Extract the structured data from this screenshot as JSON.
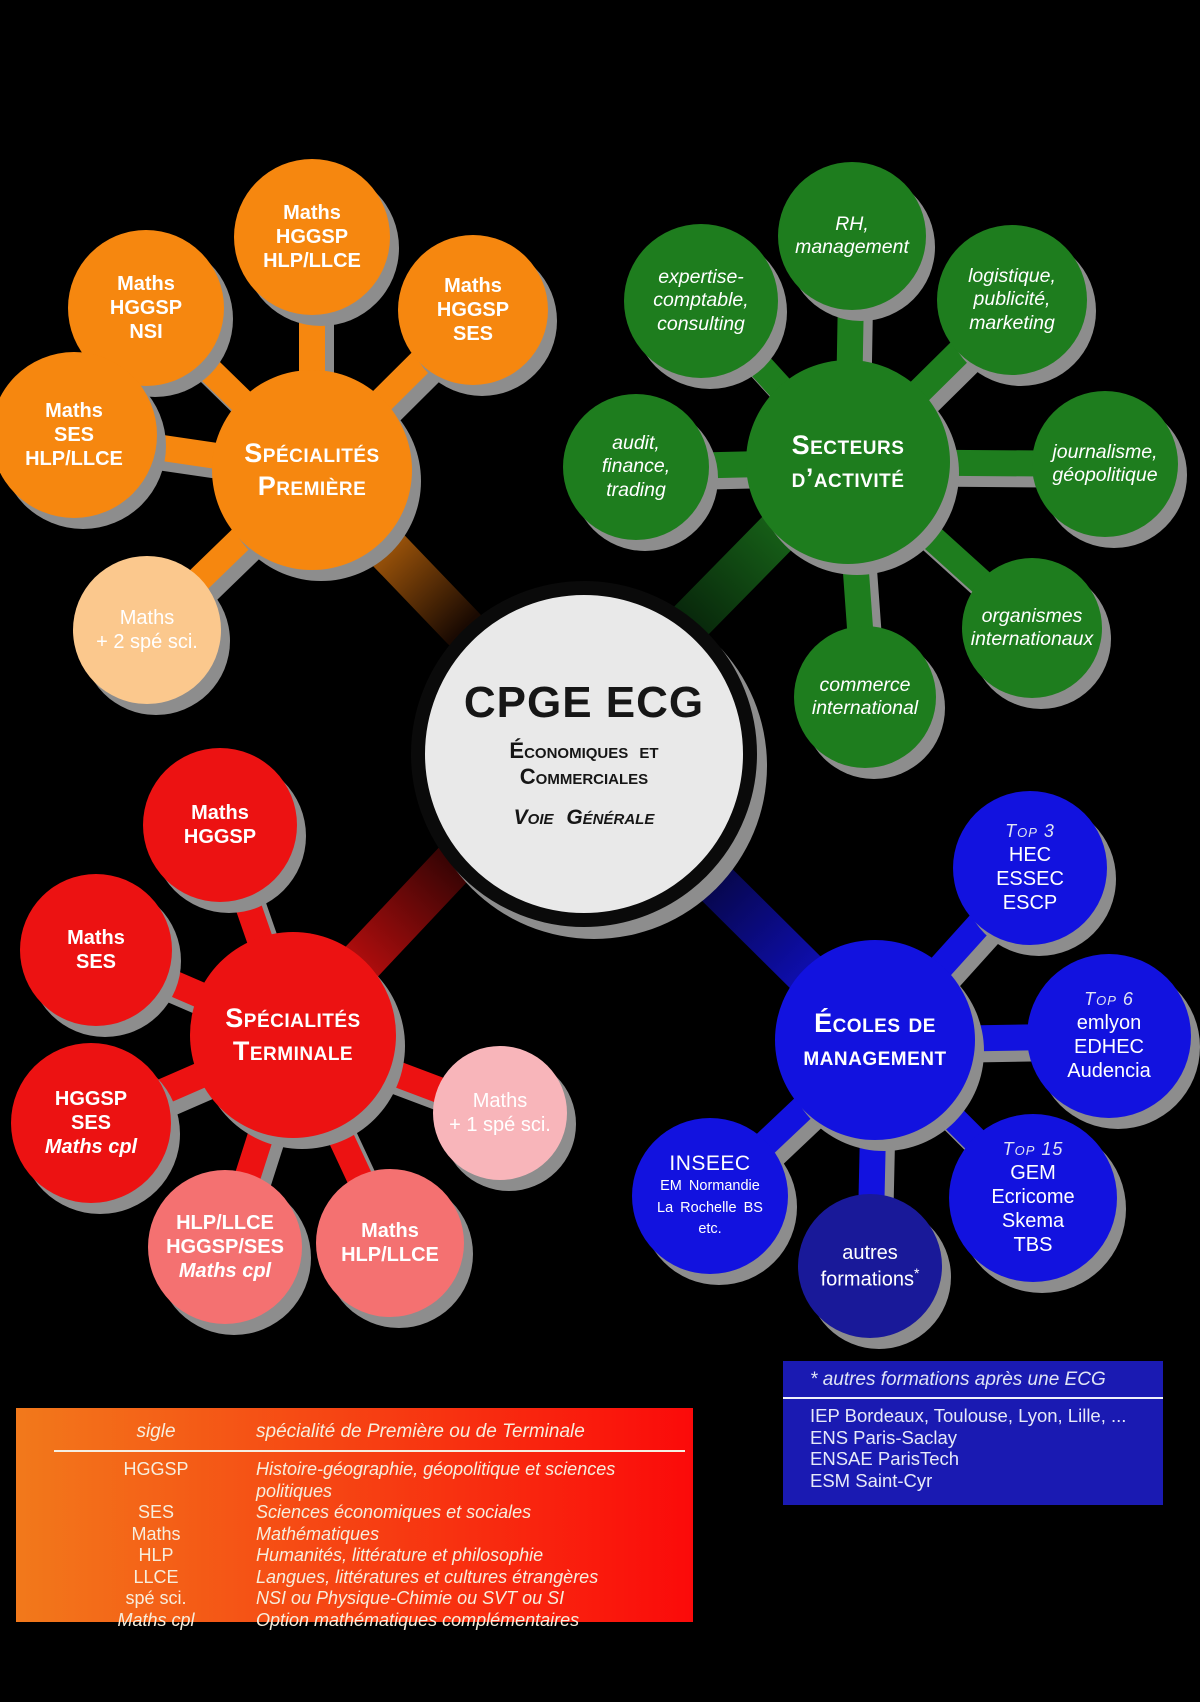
{
  "colors": {
    "orange": "#f6870f",
    "orange_light": "#fbc88d",
    "green": "#1e7d1e",
    "red": "#ec1212",
    "salmon": "#f47171",
    "pink": "#f8b5ba",
    "blue": "#1212df",
    "navy": "#191999",
    "legend_blue_box": "#1a1ab2",
    "shadow_gray": "#8d8d8d",
    "center_fill": "#e9e9e9",
    "background": "#000000"
  },
  "center": {
    "title": "CPGE ECG",
    "sub1": "Économiques et",
    "sub2": "Commerciales",
    "sub3": "Voie Générale"
  },
  "premiere": {
    "hub": [
      "Spécialités",
      "Première"
    ],
    "nsi": [
      "Maths",
      "HGGSP",
      "NSI"
    ],
    "hlp": [
      "Maths",
      "HGGSP",
      "HLP/LLCE"
    ],
    "ses": [
      "Maths",
      "HGGSP",
      "SES"
    ],
    "seshlp": [
      "Maths",
      "SES",
      "HLP/LLCE"
    ],
    "spe2": [
      "Maths",
      "+ 2 spé sci."
    ]
  },
  "secteurs": {
    "hub": [
      "Secteurs",
      "d’activité"
    ],
    "expertise": [
      "expertise-",
      "comptable,",
      "consulting"
    ],
    "rh": [
      "RH,",
      "management"
    ],
    "logistique": [
      "logistique,",
      "publicité,",
      "marketing"
    ],
    "audit": [
      "audit,",
      "finance,",
      "trading"
    ],
    "journalisme": [
      "journalisme,",
      "géopolitique"
    ],
    "organismes": [
      "organismes",
      "internationaux"
    ],
    "commerce": [
      "commerce",
      "international"
    ]
  },
  "terminale": {
    "hub": [
      "Spécialités",
      "Terminale"
    ],
    "mh": [
      "Maths",
      "HGGSP"
    ],
    "ms": [
      "Maths",
      "SES"
    ],
    "hsm": [
      "HGGSP",
      "SES",
      "Maths cpl"
    ],
    "hhm": [
      "HLP/LLCE",
      "HGGSP/SES",
      "Maths cpl"
    ],
    "mhl": [
      "Maths",
      "HLP/LLCE"
    ],
    "spe1": [
      "Maths",
      "+ 1 spé sci."
    ]
  },
  "ecoles": {
    "hub": [
      "Écoles de",
      "management"
    ],
    "top3": [
      "Top 3",
      "HEC",
      "ESSEC",
      "ESCP"
    ],
    "top6": [
      "Top 6",
      "emlyon",
      "EDHEC",
      "Audencia"
    ],
    "top15": [
      "Top 15",
      "GEM",
      "Ecricome",
      "Skema",
      "TBS"
    ],
    "inseec": [
      "INSEEC",
      "EM Normandie",
      "La Rochelle BS",
      "etc."
    ],
    "autres": [
      "autres",
      "formations",
      "*"
    ]
  },
  "legend_sigles": {
    "col1": "sigle",
    "col2": "spécialité de Première ou de Terminale",
    "rows": [
      [
        "HGGSP",
        "Histoire-géographie, géopolitique et sciences politiques"
      ],
      [
        "SES",
        "Sciences économiques et sociales"
      ],
      [
        "Maths",
        "Mathématiques"
      ],
      [
        "HLP",
        "Humanités, littérature et philosophie"
      ],
      [
        "LLCE",
        "Langues, littératures et cultures étrangères"
      ],
      [
        "spé sci.",
        "NSI ou Physique-Chimie ou SVT ou SI"
      ],
      [
        "Maths cpl",
        "Option mathématiques complémentaires"
      ]
    ]
  },
  "legend_autres": {
    "star": "*",
    "title": "autres formations après une ",
    "title_acronym": "ECG",
    "lines": [
      "IEP Bordeaux, Toulouse, Lyon, Lille, ...",
      "ENS Paris-Saclay",
      "ENSAE ParisTech",
      "ESM Saint-Cyr"
    ]
  }
}
